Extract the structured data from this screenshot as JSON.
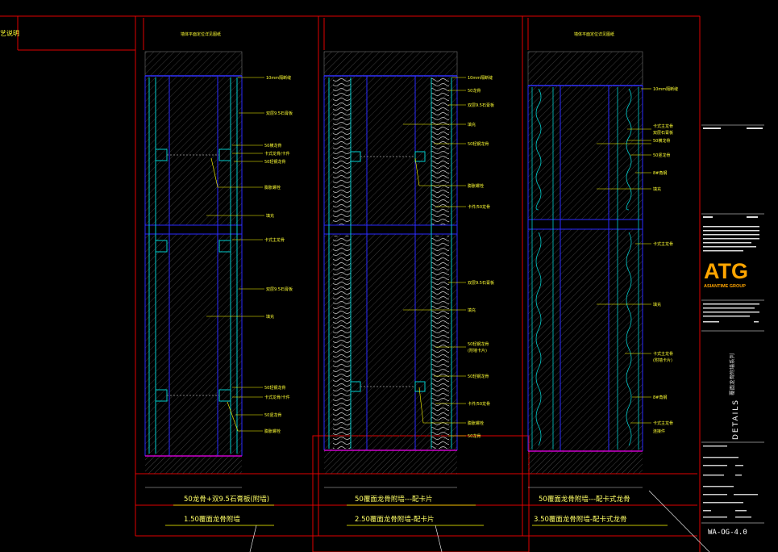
{
  "top_left_label": "艺说明",
  "panels": [
    {
      "top_note": "墙体平面定位详见图纸",
      "section_caption": "50龙骨+双9.5石膏板(附墙)",
      "title": "1.50覆面龙骨附墙",
      "callouts_upper": [
        "10mm隔断缝",
        "双层9.5石膏板",
        "50横龙骨",
        "卡式龙骨/卡件",
        "50轻钢龙骨",
        "膨胀螺栓",
        "填充"
      ],
      "callouts_lower": [
        "卡式主龙骨",
        "双层9.5石膏板",
        "填充",
        "50轻钢龙骨",
        "卡式龙骨/卡件",
        "50竖龙骨",
        "膨胀螺栓"
      ]
    },
    {
      "top_note": "",
      "section_caption": "50覆面龙骨附墙---配卡片",
      "title": "2.50覆面龙骨附墙-配卡片",
      "callouts_upper": [
        "10mm隔断缝",
        "50龙骨",
        "双层9.5石膏板",
        "填充",
        "50轻钢龙骨",
        "膨胀螺栓",
        "卡件/50龙骨"
      ],
      "callouts_lower": [
        "双层9.5石膏板",
        "填充",
        "50轻钢龙骨",
        "(附墙卡片)",
        "50轻钢龙骨",
        "卡件/50龙骨",
        "膨胀螺栓",
        "50龙骨"
      ]
    },
    {
      "top_note": "墙体平面定位详见图纸",
      "section_caption": "50覆面龙骨附墙---配卡式龙骨",
      "title": "3.50覆面龙骨附墙-配卡式龙骨",
      "callouts_upper": [
        "10mm隔断缝",
        "卡式主龙骨",
        "双层石膏板",
        "50横龙骨",
        "50竖龙骨",
        "8#角钢",
        "填充"
      ],
      "callouts_lower": [
        "卡式主龙骨",
        "填充",
        "卡式主龙骨",
        "(附墙卡片)",
        "8#角钢",
        "卡式主龙骨",
        "连接件"
      ]
    }
  ],
  "title_block": {
    "company_logo": "ATG",
    "company_tagline": "ASIANTIME GROUP",
    "drawing_type": "DETAILS",
    "drawing_title_cn": "覆面龙骨附墙系列",
    "sheet_number": "WA-OG-4.0"
  },
  "colors": {
    "frame": "#ff0000",
    "callout": "#ffff00",
    "stud": "#00cccc",
    "wall": "#0000ff",
    "floor": "#cc00cc"
  }
}
